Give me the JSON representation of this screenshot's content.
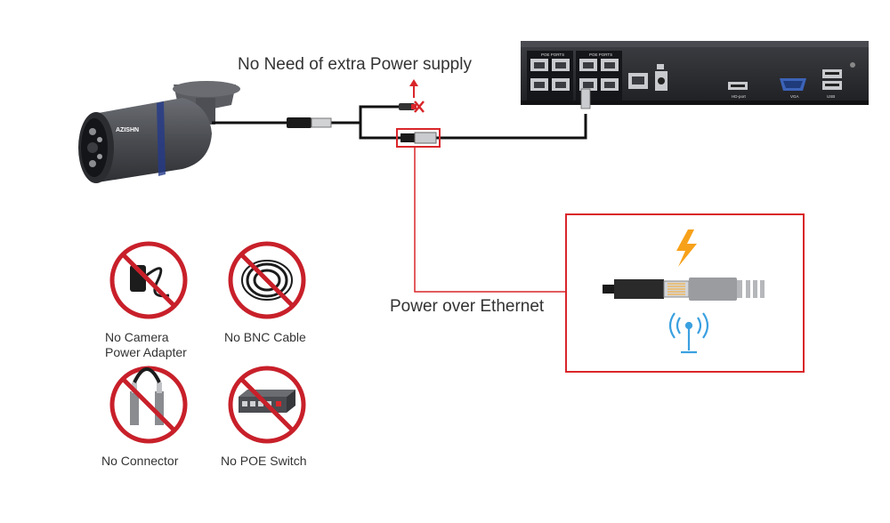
{
  "labels": {
    "no_extra_power": "No Need of extra Power supply",
    "poe_label": "Power over Ethernet"
  },
  "camera": {
    "brand": "AZISHN"
  },
  "nvr": {
    "port_group_a": "POE PORTS",
    "port_group_b": "POE PORTS",
    "hdmi_label": "HD-port",
    "vga_label": "VGA",
    "usb_label": "USB"
  },
  "no_items": [
    {
      "line1": "No Camera",
      "line2": "Power Adapter"
    },
    {
      "line1": "No BNC Cable",
      "line2": ""
    },
    {
      "line1": "No Connector",
      "line2": ""
    },
    {
      "line1": "No POE Switch",
      "line2": ""
    }
  ],
  "colors": {
    "accent_red": "#d9262a",
    "prohibit_red": "#c8202a",
    "bolt_orange": "#f7a11a",
    "signal_blue": "#3aa0e0",
    "nvr_body": "#2a2b2f",
    "cable": "#111111"
  },
  "icons": [
    "lightning-icon",
    "wifi-signal-icon",
    "cross-mark-icon",
    "prohibited-icon"
  ]
}
